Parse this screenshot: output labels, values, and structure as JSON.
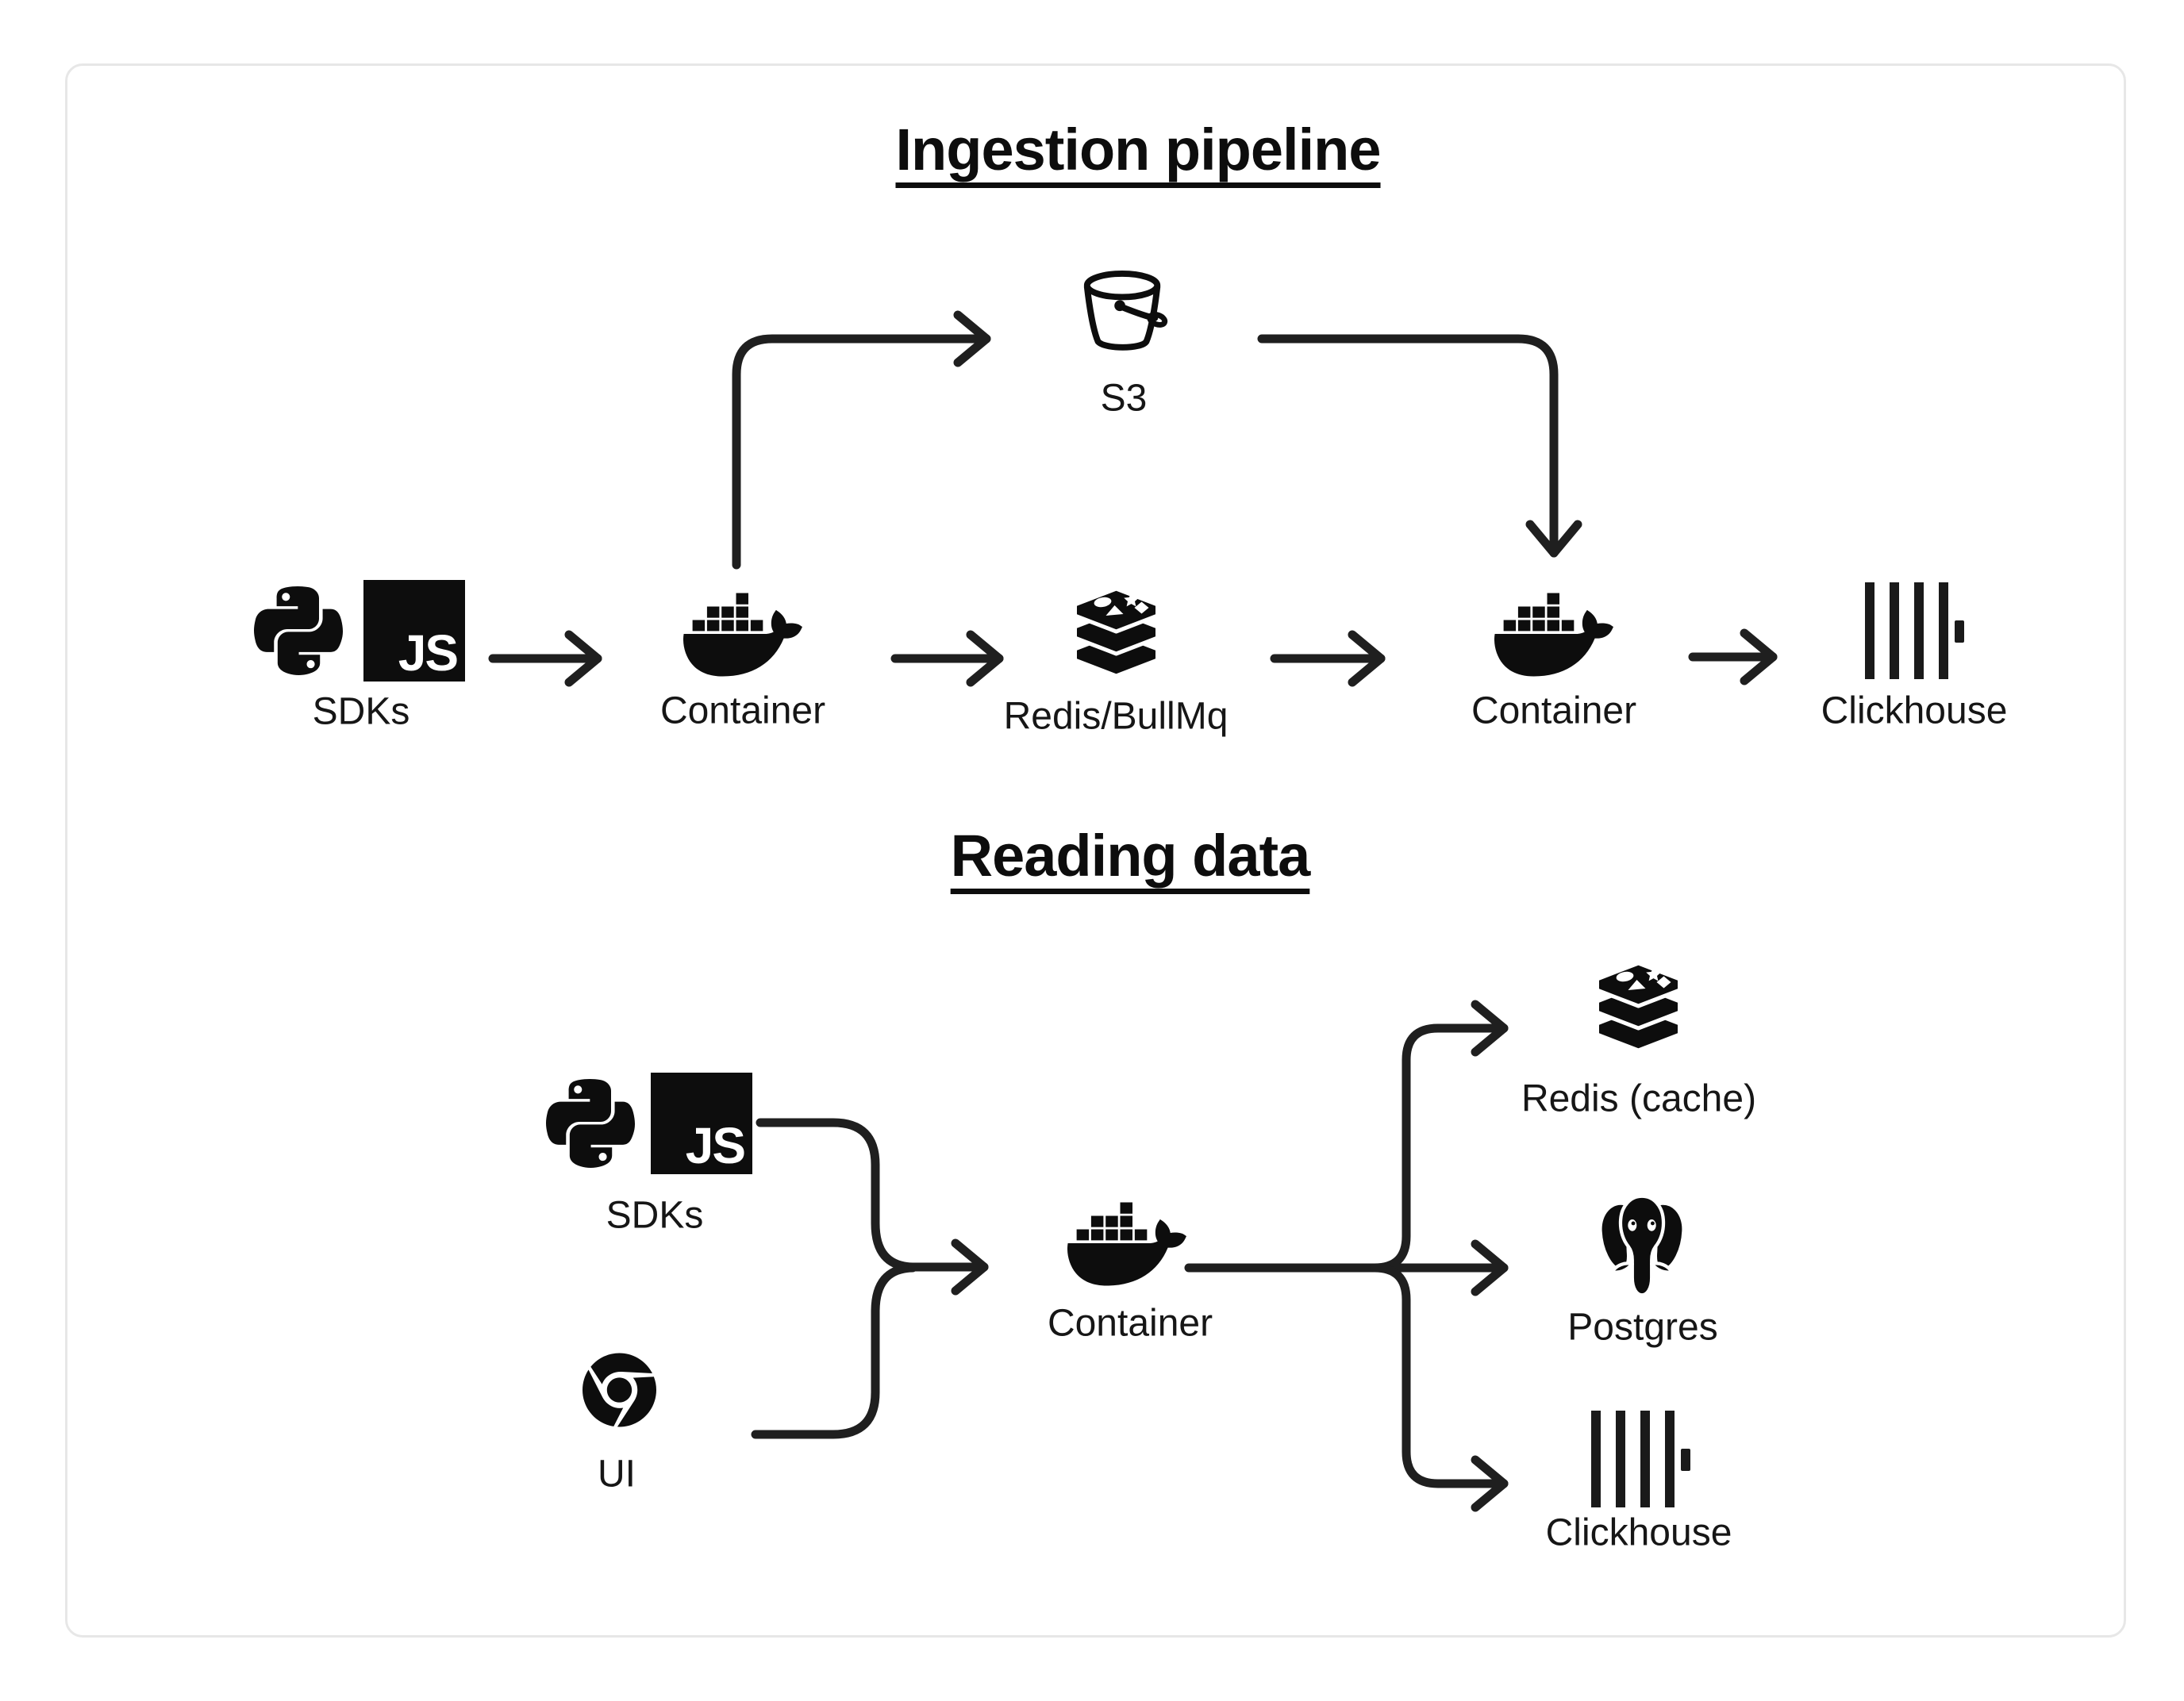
{
  "diagram": {
    "background": "#ffffff",
    "card_border_color": "#e7e7e7",
    "line_color": "#1f1f1f",
    "text_color": "#161616",
    "javascript_tile_text": "JS",
    "ingestion": {
      "title": "Ingestion pipeline",
      "nodes": {
        "sdks": {
          "label": "SDKs",
          "icons": [
            "python-icon",
            "javascript-icon"
          ]
        },
        "s3": {
          "label": "S3",
          "icon": "s3-bucket-icon"
        },
        "container_in": {
          "label": "Container",
          "icon": "docker-icon"
        },
        "queue": {
          "label": "Redis/BullMq",
          "icon": "redis-icon"
        },
        "container_worker": {
          "label": "Container",
          "icon": "docker-icon"
        },
        "clickhouse": {
          "label": "Clickhouse",
          "icon": "clickhouse-icon"
        }
      },
      "flows": [
        "SDKs -> Container",
        "Container -> S3",
        "Container -> Redis/BullMq",
        "Redis/BullMq -> Container",
        "S3 -> Container",
        "Container -> Clickhouse"
      ]
    },
    "reading": {
      "title": "Reading data",
      "nodes": {
        "sdks": {
          "label": "SDKs",
          "icons": [
            "python-icon",
            "javascript-icon"
          ]
        },
        "ui": {
          "label": "UI",
          "icon": "chrome-icon"
        },
        "container": {
          "label": "Container",
          "icon": "docker-icon"
        },
        "redis_cache": {
          "label": "Redis (cache)",
          "icon": "redis-icon"
        },
        "postgres": {
          "label": "Postgres",
          "icon": "postgres-icon"
        },
        "clickhouse": {
          "label": "Clickhouse",
          "icon": "clickhouse-icon"
        }
      },
      "flows": [
        "SDKs -> Container",
        "UI -> Container",
        "Container -> Redis (cache)",
        "Container -> Postgres",
        "Container -> Clickhouse"
      ]
    }
  }
}
